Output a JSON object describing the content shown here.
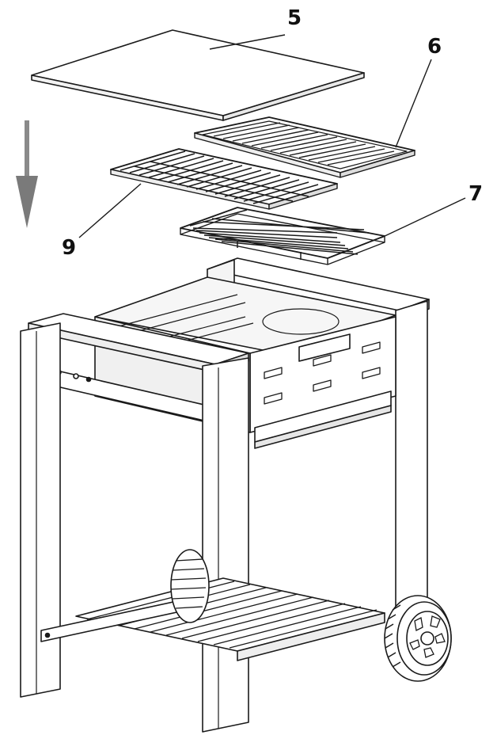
{
  "callouts": [
    {
      "id": "5",
      "part": "lid-plate"
    },
    {
      "id": "6",
      "part": "griddle-tray"
    },
    {
      "id": "7",
      "part": "grill-grate"
    },
    {
      "id": "9",
      "part": "cooking-grid"
    }
  ],
  "arrow": {
    "direction": "down",
    "color": "#7a7a7a"
  },
  "colors": {
    "line": "#1a1a1a",
    "fill": "#ffffff",
    "shade": "#e6e6e6"
  }
}
